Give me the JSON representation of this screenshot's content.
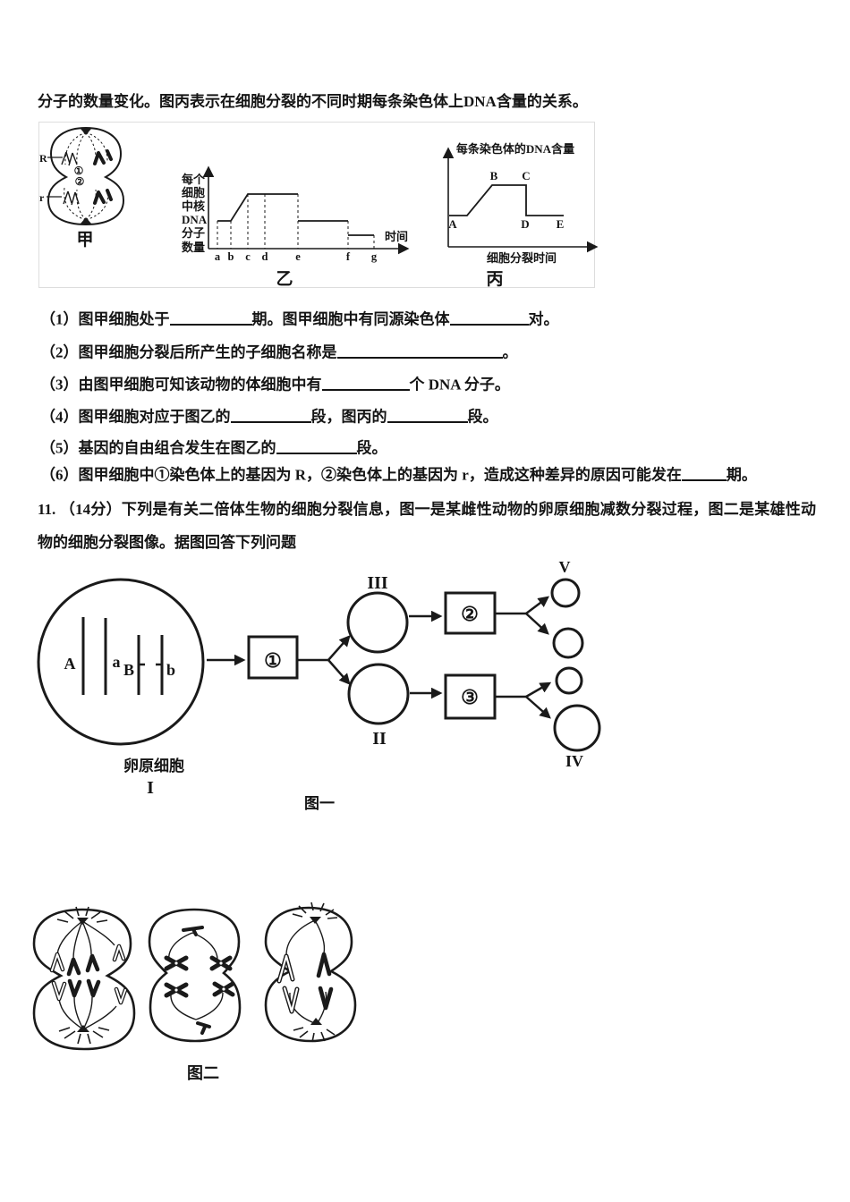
{
  "intro": "分子的数量变化。图丙表示在细胞分裂的不同时期每条染色体上DNA含量的关系。",
  "fig_top": {
    "jia": {
      "caption": "甲",
      "label_R": "R",
      "label_r": "r",
      "n1": "①",
      "n2": "②"
    },
    "yi": {
      "caption": "乙",
      "ylabel": [
        "每个",
        "细胞",
        "中核",
        "DNA",
        "分子",
        "数量"
      ],
      "xlabel": "时间",
      "ticks": [
        "a",
        "b",
        "c",
        "d",
        "e",
        "f",
        "g"
      ],
      "curve_relative_levels": [
        {
          "from": "a",
          "to": "b",
          "level": 2
        },
        {
          "from": "b",
          "to": "c",
          "level": "rise 2→4"
        },
        {
          "from": "c",
          "to": "e",
          "level": 4
        },
        {
          "from": "e",
          "to": "f",
          "level": 2
        },
        {
          "from": "f",
          "to": "g",
          "level": 1
        }
      ]
    },
    "bing": {
      "caption": "丙",
      "title": "每条染色体的DNA含量",
      "xlabel": "细胞分裂时间",
      "pts": {
        "A": "A",
        "B": "B",
        "C": "C",
        "D": "D",
        "E": "E"
      },
      "curve_relative_levels": [
        {
          "from": "A",
          "to": "B",
          "level": "rise 1→2"
        },
        {
          "from": "B",
          "to": "C",
          "level": 2
        },
        {
          "from": "C",
          "to": "D",
          "level": "drop 2→1"
        },
        {
          "from": "D",
          "to": "E",
          "level": 1
        }
      ]
    }
  },
  "questions": {
    "q1": {
      "p0": "（1）图甲细胞处于",
      "p1": "期。图甲细胞中有同源染色体",
      "p2": "对。"
    },
    "q2": {
      "p0": "（2）图甲细胞分裂后所产生的子细胞名称是",
      "p1": "。"
    },
    "q3": {
      "p0": "（3）由图甲细胞可知该动物的体细胞中有",
      "p1": "个 DNA 分子。"
    },
    "q4": {
      "p0": "（4）图甲细胞对应于图乙的",
      "p1": "段，图丙的",
      "p2": "段。"
    },
    "q5": {
      "p0": "（5）基因的自由组合发生在图乙的",
      "p1": "段。"
    },
    "q6": {
      "p0": "（6）图甲细胞中①染色体上的基因为 R，②染色体上的基因为 r，造成这种差异的原因可能发在",
      "p1": "期。"
    }
  },
  "q11": "11. （14分）下列是有关二倍体生物的细胞分裂信息，图一是某雌性动物的卵原细胞减数分裂过程，图二是某雄性动物的细胞分裂图像。据图回答下列问题",
  "fig1": {
    "caption": "图一",
    "cell_label": "卵原细胞",
    "I": "I",
    "II": "II",
    "III": "III",
    "IV": "IV",
    "V": "V",
    "b1": "①",
    "b2": "②",
    "b3": "③",
    "A": "A",
    "a": "a",
    "B": "B",
    "b": "b"
  },
  "fig2": {
    "caption": "图二"
  }
}
